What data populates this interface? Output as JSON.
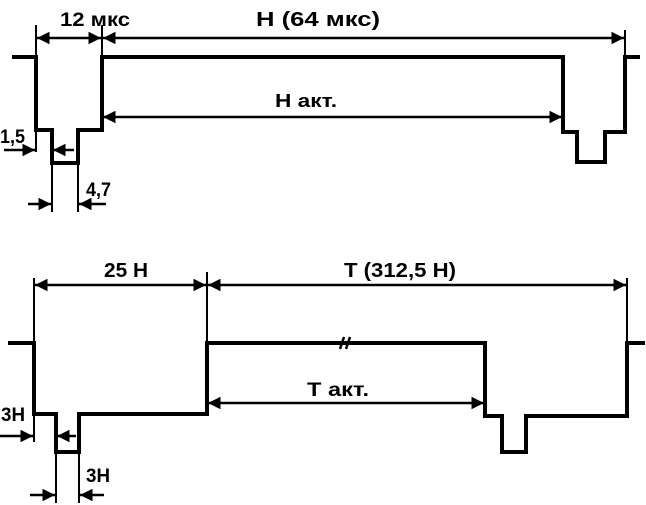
{
  "line_signal": {
    "labels": {
      "sync_width": "12 мкс",
      "line_period": "Н (64 мкс)",
      "active_line": "Н акт.",
      "front_porch": "1,5",
      "sync_pulse": "4,7"
    }
  },
  "field_signal": {
    "labels": {
      "blanking": "25 Н",
      "field_period": "Т (312,5 Н)",
      "active_field": "Т акт.",
      "front_porch": "3Н",
      "sync_pulse": "3Н"
    }
  }
}
